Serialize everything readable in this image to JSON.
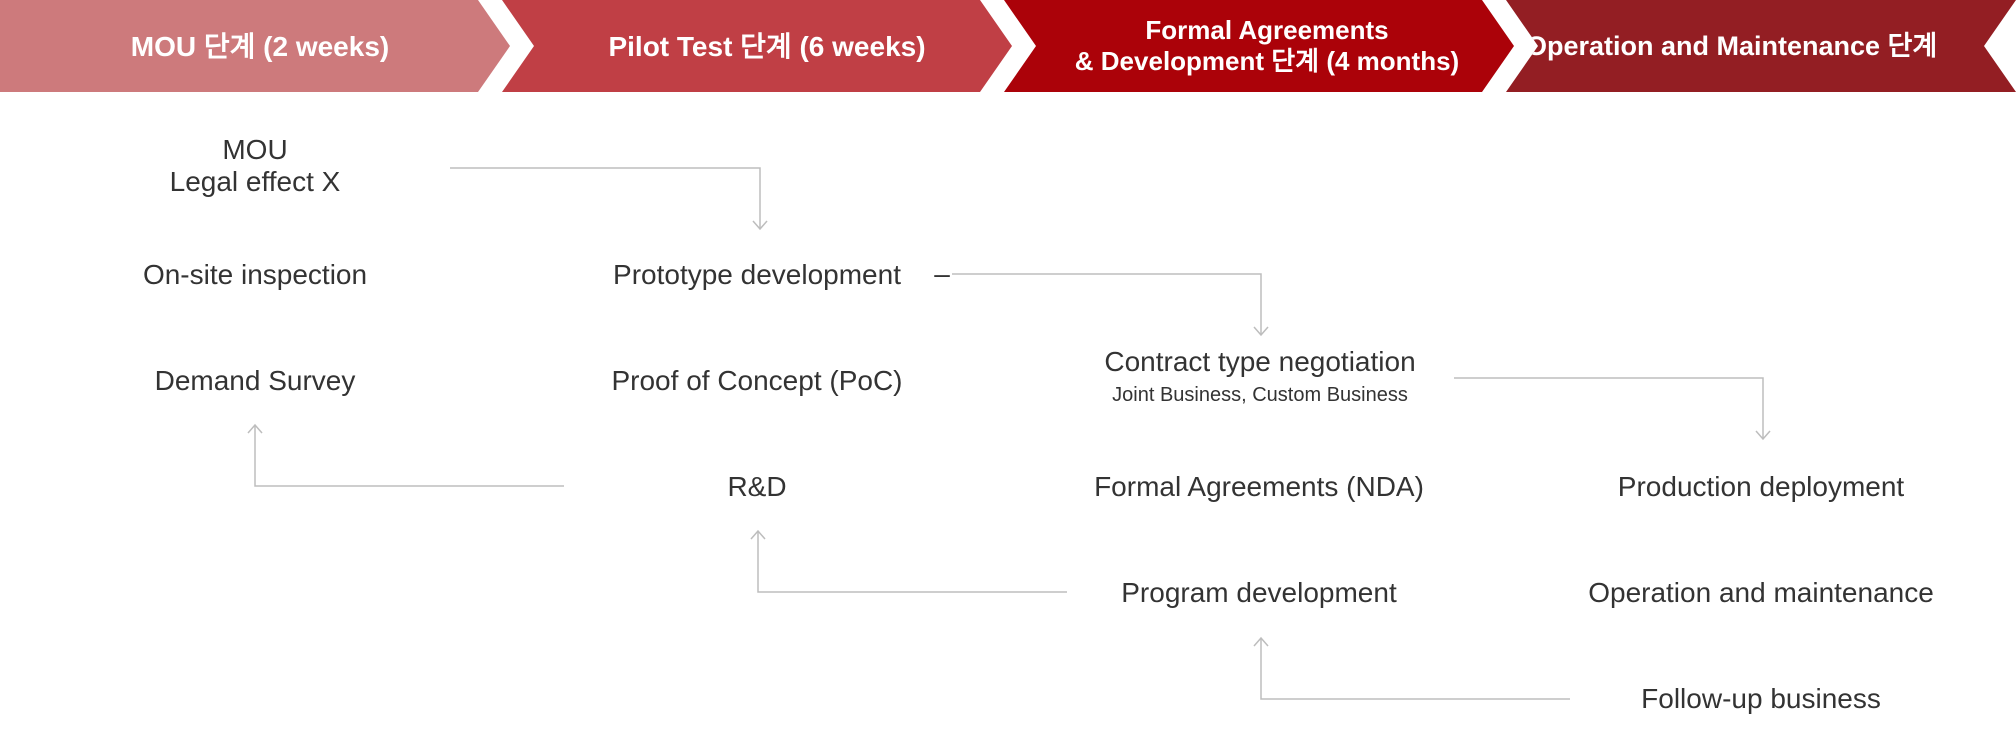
{
  "phases": [
    {
      "id": "mou",
      "label": "MOU 단계 (2 weeks)"
    },
    {
      "id": "pilot",
      "label": "Pilot Test 단계 (6 weeks)"
    },
    {
      "id": "formal",
      "line1": "Formal Agreements",
      "line2": "& Development 단계 (4 months)"
    },
    {
      "id": "operation",
      "label": "Operation and Maintenance 단계"
    }
  ],
  "columns": {
    "mou": {
      "mou_title": "MOU",
      "mou_note": "Legal effect X",
      "onsite": "On-site inspection",
      "demand": "Demand Survey"
    },
    "pilot": {
      "prototype": "Prototype development",
      "prototype_dash": "–",
      "poc": "Proof of Concept (PoC)",
      "rnd": "R&D"
    },
    "formal": {
      "contract": "Contract type negotiation",
      "contract_sub": "Joint Business, Custom Business",
      "nda": "Formal Agreements (NDA)",
      "program": "Program development"
    },
    "operation": {
      "deploy": "Production deployment",
      "maintenance": "Operation and maintenance",
      "followup": "Follow-up business"
    }
  },
  "colors": {
    "phase_mou": "#cd7a7c",
    "phase_pilot": "#c03f45",
    "phase_formal": "#ab0209",
    "phase_operation": "#931e23",
    "node_text": "#333333",
    "connector": "#bdbdbd"
  }
}
